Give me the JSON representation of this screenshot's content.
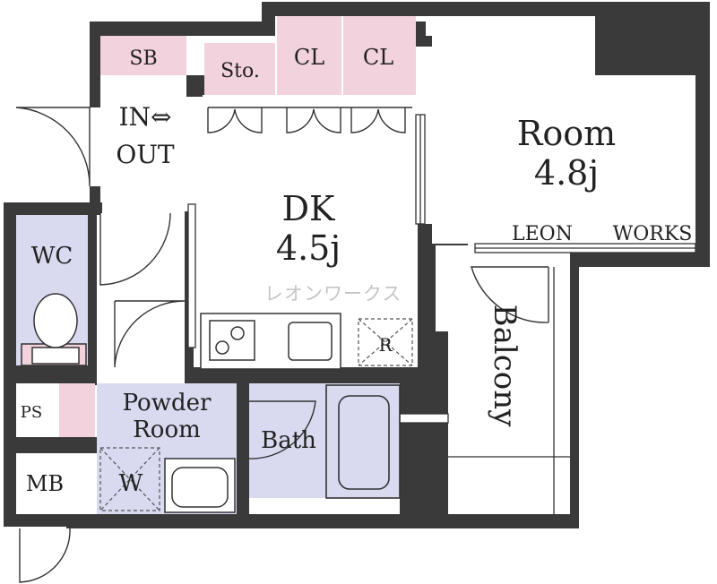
{
  "rooms": {
    "sb": "SB",
    "storage": "Sto.",
    "closet_1": "CL",
    "closet_2": "CL",
    "entrance_line1": "IN⇔",
    "entrance_line2": "OUT",
    "dk_name": "DK",
    "dk_size": "4.5j",
    "room_name": "Room",
    "room_size": "4.8j",
    "wc": "WC",
    "ps": "PS",
    "mb": "MB",
    "powder_line1": "Powder",
    "powder_line2": "Room",
    "washer": "W",
    "bath": "Bath",
    "balcony": "Balcony",
    "refrigerator": "R"
  },
  "branding": {
    "logo_word1": "LEON",
    "logo_word2": "WORKS",
    "watermark": "レオンワークス"
  },
  "colors": {
    "wall": "#3a3a3a",
    "storage_pink": "#f2d2dc",
    "wet_area_lavender": "#d9d9f0",
    "floor": "#ffffff"
  }
}
